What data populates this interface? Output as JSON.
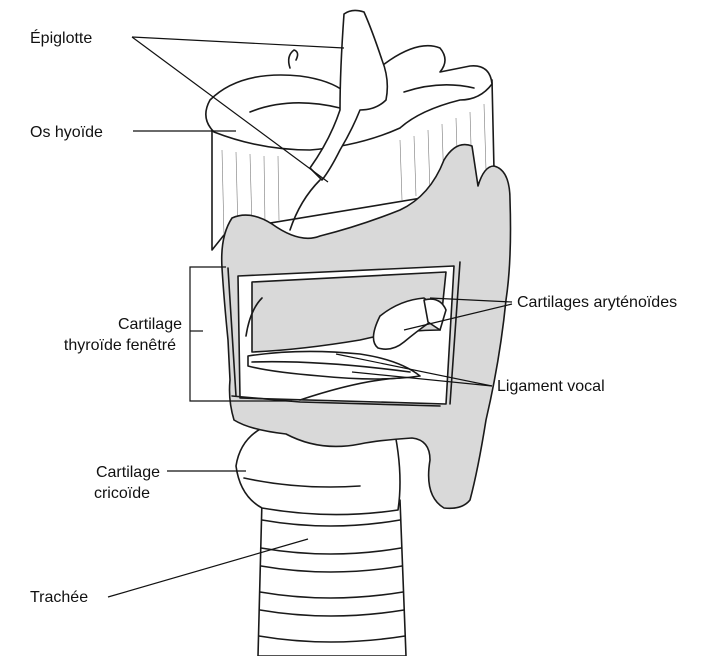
{
  "labels": {
    "epiglotte": "Épiglotte",
    "os_hyoide": "Os hyoïde",
    "cartilage_thyroide_1": "Cartilage",
    "cartilage_thyroide_2": "thyroïde fenêtré",
    "cartilages_arytenoides": "Cartilages aryténoïdes",
    "ligament_vocal": "Ligament vocal",
    "cartilage_cricoide_1": "Cartilage",
    "cartilage_cricoide_2": "cricoïde",
    "trachee": "Trachée"
  },
  "colors": {
    "line": "#1a1a1a",
    "cartilage_fill": "#d9d9d9",
    "background": "#ffffff"
  }
}
